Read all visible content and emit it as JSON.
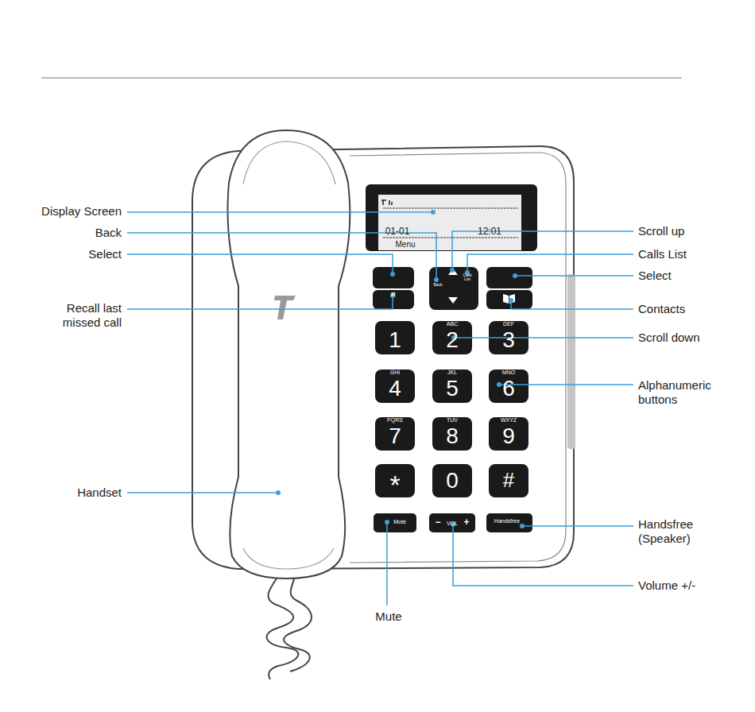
{
  "diagram": {
    "labels": [
      "Display Screen",
      "Back",
      "Select",
      "Recall last missed call",
      "Handset",
      "Mute",
      "Scroll up",
      "Calls List",
      "Select",
      "Contacts",
      "Scroll down",
      "Alphanumeric buttons",
      "Handsfree (Speaker)",
      "Volume +/-",
      "01-01",
      "12:01",
      "Menu",
      "Back",
      "Calls List",
      "R",
      "1",
      "ABC",
      "2",
      "DEF",
      "3",
      "GHI",
      "4",
      "JKL",
      "5",
      "MNO",
      "6",
      "PQRS",
      "7",
      "TUV",
      "8",
      "WXYZ",
      "9",
      "*",
      "0",
      "#",
      "Mute",
      "−",
      "VOL",
      "+",
      "Handsfree"
    ]
  }
}
